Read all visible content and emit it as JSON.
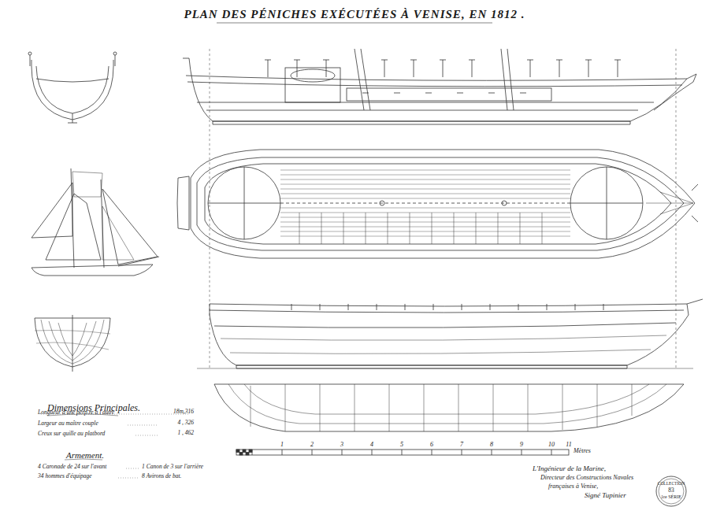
{
  "diagram": {
    "title": "PLAN DES PÉNICHES EXÉCUTÉES À VENISE, EN 1812 .",
    "labels": [
      "Dimensions Principales.",
      "Longueur d'une perp.re à l'autre",
      "18m,316",
      "Largeur au maître couple",
      "4 , 326",
      "Creux sur quille au platbord",
      "1 , 462",
      "Armement.",
      "4 Caronade de 24 sur l'avant",
      "1 Canon de 3 sur l'arrière",
      "34 hommes d'équipage",
      "8 Avirons de bat.",
      "1",
      "2",
      "3",
      "4",
      "5",
      "6",
      "7",
      "8",
      "9",
      "10",
      "11",
      "Mètres",
      "L'Ingénieur de la Marine,",
      "Directeur des Constructions Navales",
      "françaises à Venise,",
      "Signé Tupinier",
      "COLLECTION",
      "83",
      "1re SÉRIE"
    ]
  }
}
